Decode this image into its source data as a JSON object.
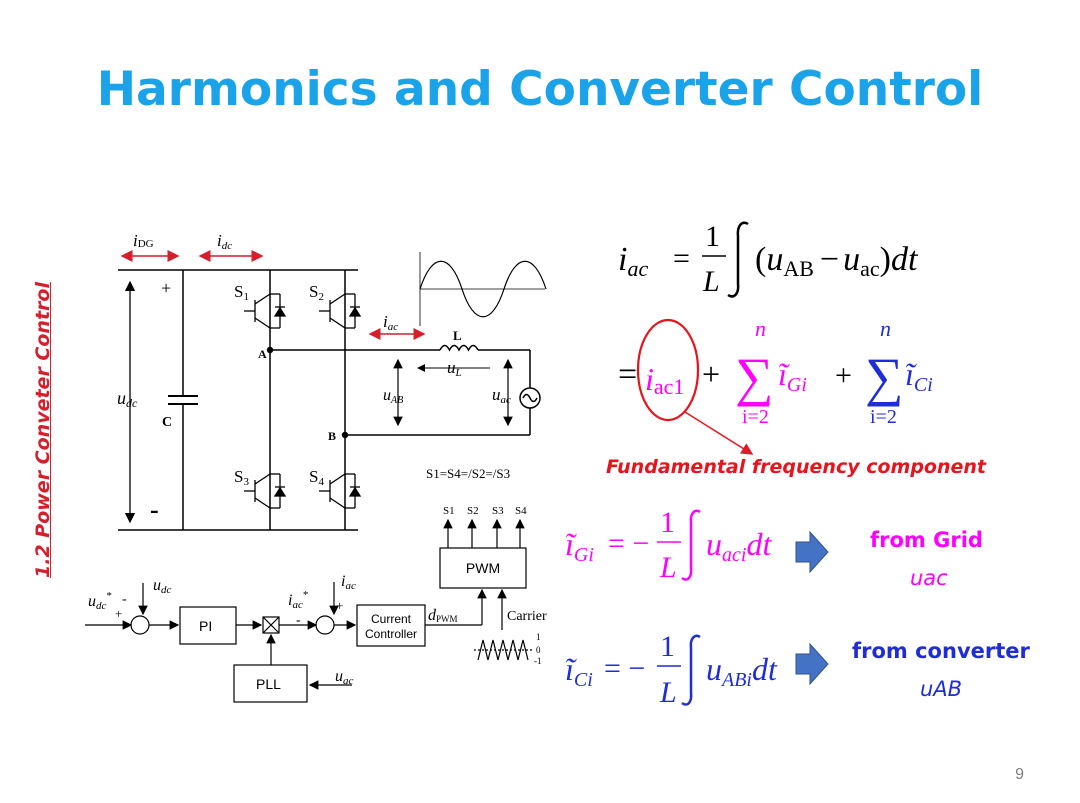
{
  "title": "Harmonics and Converter Control",
  "section_label": "1.2 Power Conveter Control",
  "page_number": "9",
  "circuit": {
    "i_dg": "i",
    "i_dg_sub": "DG",
    "i_dc": "i",
    "i_dc_sub": "dc",
    "u_dc": "u",
    "u_dc_sub": "dc",
    "cap_label": "C",
    "plus": "+",
    "minus": "-",
    "s1": "S",
    "s1_sub": "1",
    "s2": "S",
    "s2_sub": "2",
    "s3": "S",
    "s3_sub": "3",
    "s4": "S",
    "s4_sub": "4",
    "node_a": "A",
    "node_b": "B",
    "inductor": "L",
    "u_l": "u",
    "u_l_sub": "L",
    "u_ab": "u",
    "u_ab_sub": "AB",
    "u_ac": "u",
    "u_ac_sub": "ac",
    "i_ac": "i",
    "i_ac_sub": "ac",
    "switch_logic": "S1=S4=/S2=/S3"
  },
  "control": {
    "pi": "PI",
    "pll": "PLL",
    "pwm": "PWM",
    "current_controller_1": "Current",
    "current_controller_2": "Controller",
    "carrier": "Carrier",
    "udc_ref": "u",
    "udc_ref_sub": "dc",
    "udc": "u",
    "udc_sub": "dc",
    "iac_ref": "i",
    "iac_ref_sub": "ac",
    "iac": "i",
    "iac_sub": "ac",
    "uac": "u",
    "uac_sub": "ac",
    "dpwm": "d",
    "dpwm_sub": "PWM",
    "star": "*",
    "switch_outputs": [
      "S1",
      "S2",
      "S3",
      "S4"
    ],
    "carrier_levels": [
      "1",
      "0",
      "-1"
    ]
  },
  "equations": {
    "eq1_lhs": "i",
    "eq1_lhs_sub": "ac",
    "eq1_one": "1",
    "eq1_L": "L",
    "eq1_paren_open": "(",
    "eq1_u1": "u",
    "eq1_u1_sub": "AB",
    "eq1_minus": "−",
    "eq1_u2": "u",
    "eq1_u2_sub": "ac",
    "eq1_paren_close": ")",
    "eq1_dt": "dt",
    "eq2_eq": "=",
    "eq2_i1": "i",
    "eq2_i1_sub": "ac1",
    "eq2_plus": "+",
    "eq2_n": "n",
    "eq2_ig": "ĩ",
    "eq2_ig_sub": "Gi",
    "eq2_ic": "ĩ",
    "eq2_ic_sub": "Ci",
    "eq2_lower": "i=2",
    "eq3_lhs": "ĩ",
    "eq3_lhs_sub": "Gi",
    "eq3_eq": "= −",
    "eq3_one": "1",
    "eq3_L": "L",
    "eq3_u": "u",
    "eq3_u_sub": "aci",
    "eq3_dt": "dt",
    "eq4_lhs": "ĩ",
    "eq4_lhs_sub": "Ci",
    "eq4_eq": "= −",
    "eq4_one": "1",
    "eq4_L": "L",
    "eq4_u": "u",
    "eq4_u_sub": "ABi",
    "eq4_dt": "dt"
  },
  "annotations": {
    "fundamental": "Fundamental frequency component",
    "from_grid": "from Grid",
    "from_grid_var": "uac",
    "from_converter": "from converter",
    "from_converter_var": "uAB"
  },
  "colors": {
    "title": "#1aa3e8",
    "section_label": "#d51f2c",
    "fundamental": "#e8141c",
    "grid": "#ff00ff",
    "converter": "#1f2dd8",
    "arrow_fill": "#4472c4"
  }
}
